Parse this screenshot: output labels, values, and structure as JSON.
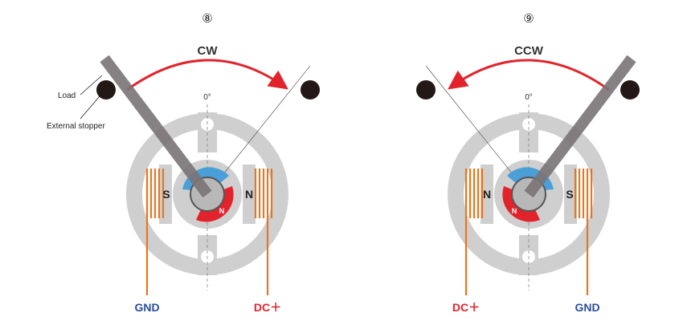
{
  "panels": [
    {
      "step": "⑧",
      "direction": "CW",
      "zero_label": "0°",
      "pole_left": "S",
      "pole_right": "N",
      "rotor_label": "N",
      "terminal_left": "GND",
      "terminal_right": "DC＋",
      "callout_load": "Load",
      "callout_stopper": "External stopper"
    },
    {
      "step": "⑨",
      "direction": "CCW",
      "zero_label": "0°",
      "pole_left": "N",
      "pole_right": "S",
      "rotor_label": "N",
      "terminal_left": "DC＋",
      "terminal_right": "GND"
    }
  ],
  "colors": {
    "stator": "#cfcfcf",
    "coil": "#e8761e",
    "magnet_blue": "#4a9fd8",
    "magnet_red": "#e3232c",
    "arrow": "#e3232c",
    "arm": "#7a7476",
    "stopper": "#231815",
    "gnd": "#2a4d9b",
    "dc": "#e3232c"
  }
}
